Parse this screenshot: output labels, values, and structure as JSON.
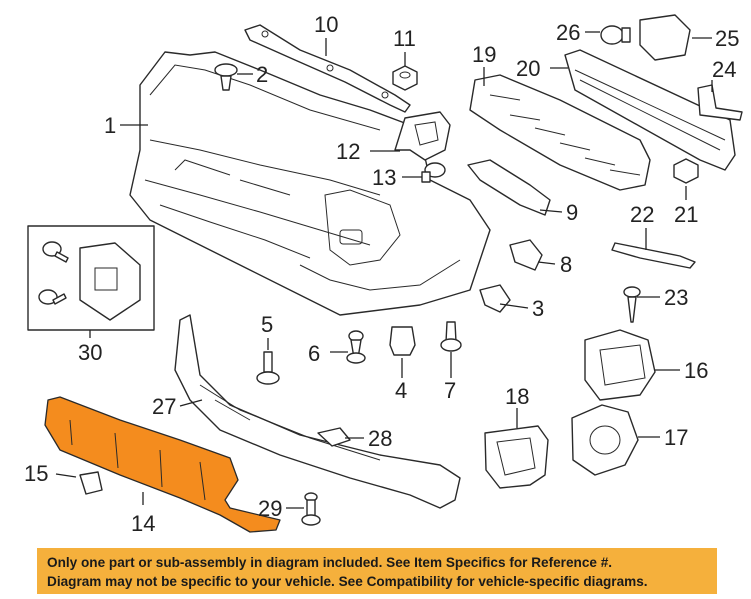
{
  "colors": {
    "highlight_part": "#f48c1e",
    "notice_background": "#f5b03c",
    "line": "#222222"
  },
  "callouts": [
    {
      "id": "c1",
      "label": "1"
    },
    {
      "id": "c2",
      "label": "2"
    },
    {
      "id": "c3",
      "label": "3"
    },
    {
      "id": "c4",
      "label": "4"
    },
    {
      "id": "c5",
      "label": "5"
    },
    {
      "id": "c6",
      "label": "6"
    },
    {
      "id": "c7",
      "label": "7"
    },
    {
      "id": "c8",
      "label": "8"
    },
    {
      "id": "c9",
      "label": "9"
    },
    {
      "id": "c10",
      "label": "10"
    },
    {
      "id": "c11",
      "label": "11"
    },
    {
      "id": "c12",
      "label": "12"
    },
    {
      "id": "c13",
      "label": "13"
    },
    {
      "id": "c14",
      "label": "14"
    },
    {
      "id": "c15",
      "label": "15"
    },
    {
      "id": "c16",
      "label": "16"
    },
    {
      "id": "c17",
      "label": "17"
    },
    {
      "id": "c18",
      "label": "18"
    },
    {
      "id": "c19",
      "label": "19"
    },
    {
      "id": "c20",
      "label": "20"
    },
    {
      "id": "c21",
      "label": "21"
    },
    {
      "id": "c22",
      "label": "22"
    },
    {
      "id": "c23",
      "label": "23"
    },
    {
      "id": "c24",
      "label": "24"
    },
    {
      "id": "c25",
      "label": "25"
    },
    {
      "id": "c26",
      "label": "26"
    },
    {
      "id": "c27",
      "label": "27"
    },
    {
      "id": "c28",
      "label": "28"
    },
    {
      "id": "c29",
      "label": "29"
    },
    {
      "id": "c30",
      "label": "30"
    }
  ],
  "notice": {
    "line1": "Only one part or sub-assembly in diagram included. See Item Specifics for Reference #.",
    "line2": "Diagram may not be specific to your vehicle. See Compatibility for vehicle-specific diagrams."
  }
}
